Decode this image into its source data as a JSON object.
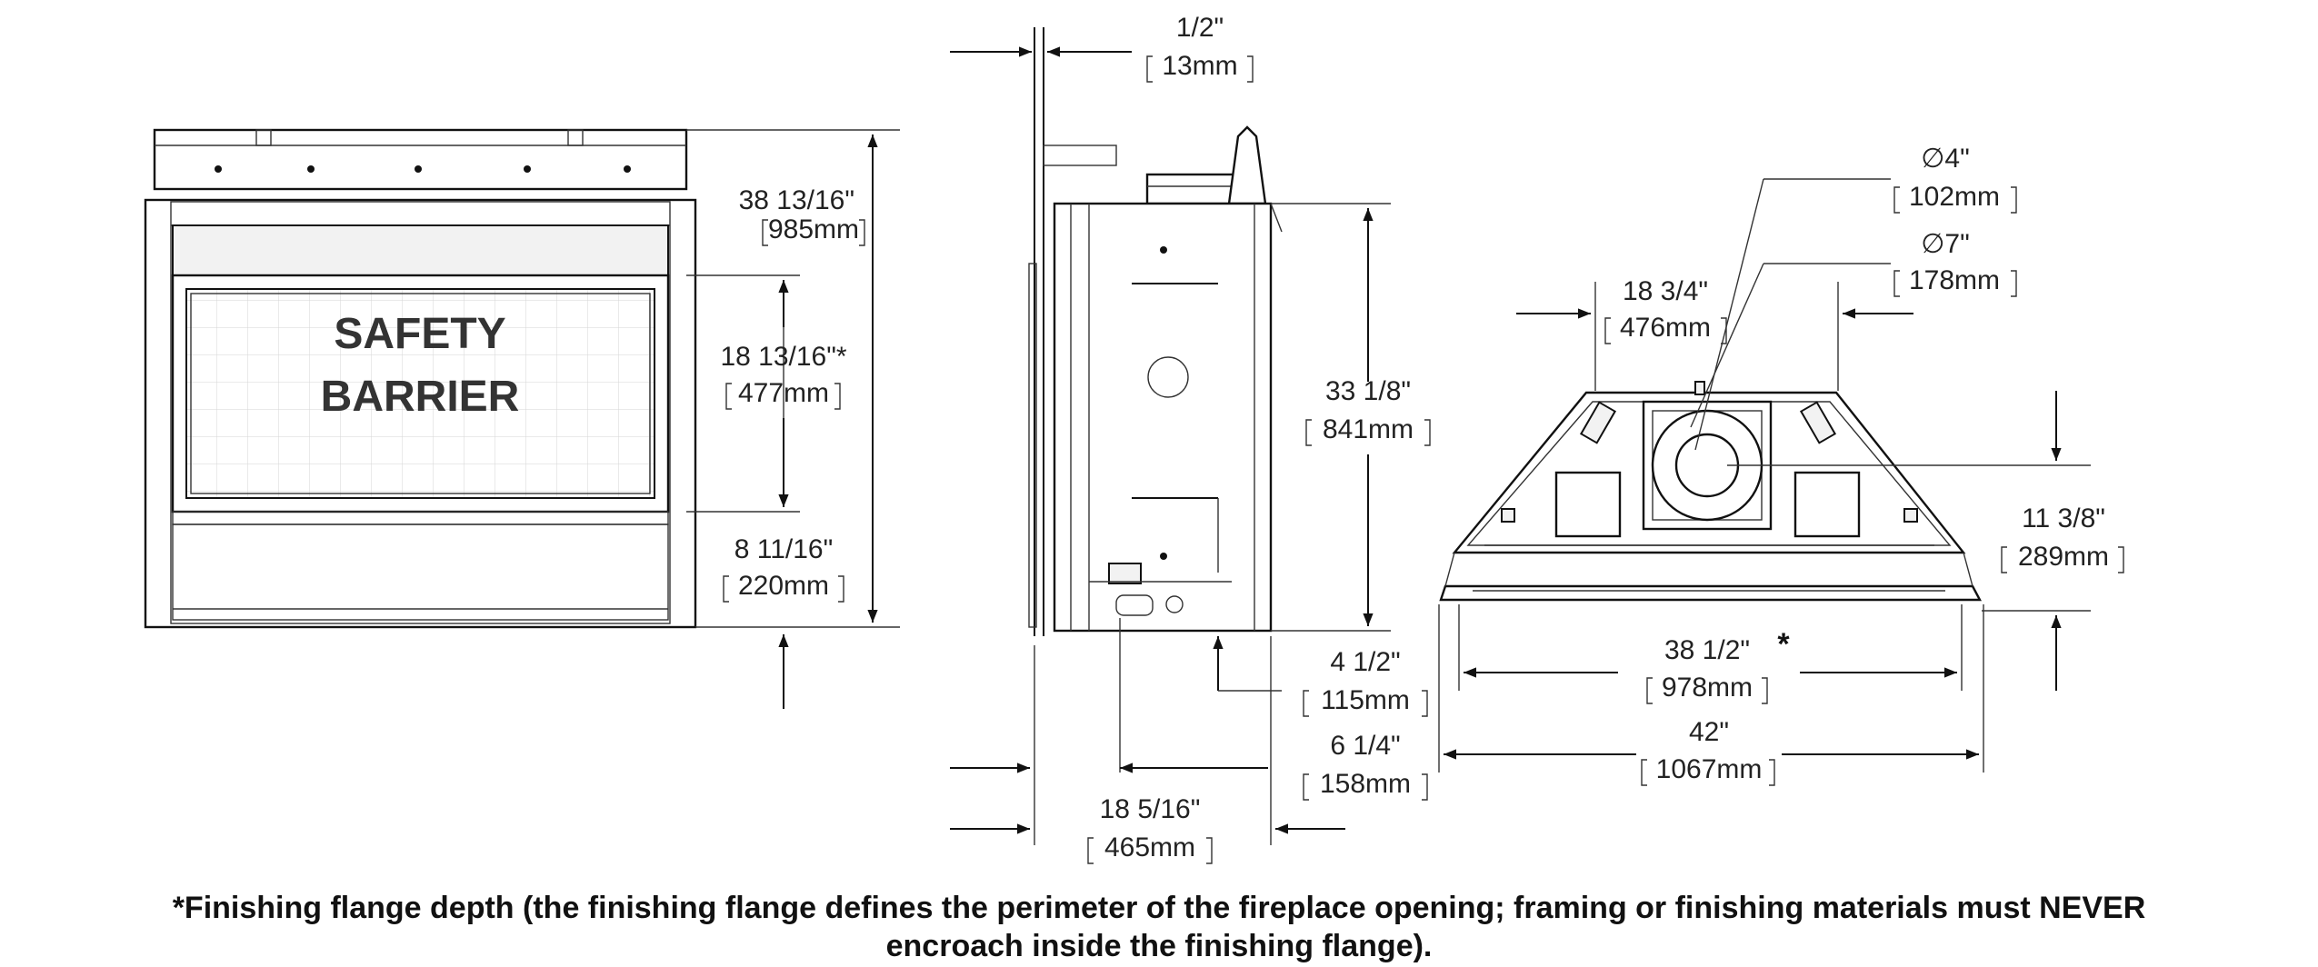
{
  "front_view": {
    "label_line1": "SAFETY",
    "label_line2": "BARRIER",
    "overall_height": {
      "imperial": "38 13/16\"",
      "metric": "985mm"
    },
    "opening_height": {
      "imperial": "18 13/16\"*",
      "metric": "477mm"
    },
    "base_height": {
      "imperial": "8 11/16\"",
      "metric": "220mm"
    }
  },
  "side_view": {
    "flange_depth": {
      "imperial": "1/2\"",
      "metric": "13mm"
    },
    "body_height": {
      "imperial": "33 1/8\"",
      "metric": "841mm"
    },
    "gas_inlet_height": {
      "imperial": "4 1/2\"",
      "metric": "115mm"
    },
    "rear_offset": {
      "imperial": "6 1/4\"",
      "metric": "158mm"
    },
    "overall_depth": {
      "imperial": "18 5/16\"",
      "metric": "465mm"
    }
  },
  "top_view": {
    "inner_vent": {
      "imperial": "4\"",
      "metric": "102mm"
    },
    "outer_vent": {
      "imperial": "7\"",
      "metric": "178mm"
    },
    "vent_offset": {
      "imperial": "18 3/4\"",
      "metric": "476mm"
    },
    "vent_depth": {
      "imperial": "11 3/8\"",
      "metric": "289mm"
    },
    "opening_width": {
      "imperial": "38 1/2\"",
      "metric": "978mm"
    },
    "overall_width": {
      "imperial": "42\"",
      "metric": "1067mm"
    },
    "asterisk": "*"
  },
  "footnote": {
    "line1": "*Finishing flange depth (the finishing flange defines the perimeter of the fireplace opening; framing or finishing materials must NEVER",
    "line2": "encroach inside the finishing flange)."
  },
  "symbols": {
    "diameter": "∅"
  }
}
